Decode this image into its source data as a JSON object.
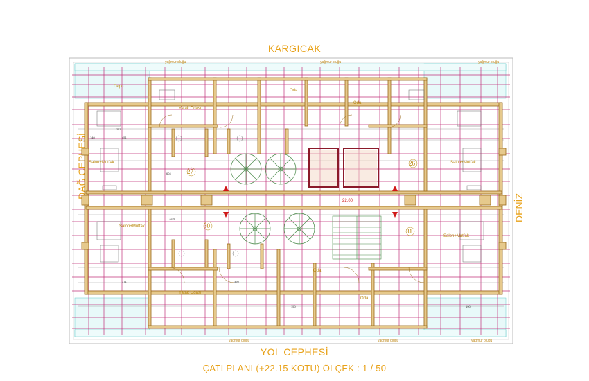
{
  "drawing": {
    "title": "ÇATI  PLANI (+22.15 KOTU)  ÖLÇEK : 1 / 50",
    "north_label": "KARGICAK",
    "south_label": "YOL CEPHESİ",
    "west_label": "DAĞ CEPHESİ",
    "east_label": "DENİZ",
    "level_mark": "22.00",
    "units": [
      "27",
      "26",
      "30",
      "31"
    ],
    "rooms": {
      "living": "Salon+Mutfak",
      "bedroom": "Oda",
      "bathroom": "Yatak Odası",
      "storage": "Depo"
    },
    "eave_label": "yağmur oluğu",
    "dimensions": [
      "140",
      "451",
      "271",
      "1225",
      "371",
      "320",
      "150",
      "604",
      "190"
    ]
  },
  "colors": {
    "label": "#e8a21a",
    "wall": "#c9a15a",
    "wall_outline": "#9a6a1a",
    "grid": "#c0307a",
    "roof_tile": "#3fbfbf",
    "stair": "#4a8a4a",
    "detail": "#333333"
  }
}
